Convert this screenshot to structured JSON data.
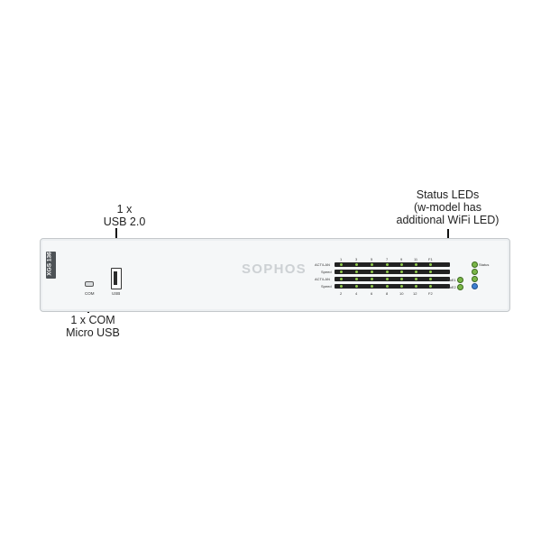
{
  "callouts": {
    "usb": [
      "1 x",
      "USB 2.0"
    ],
    "status": [
      "Status LEDs",
      "(w-model has",
      "additional WiFi LED)"
    ],
    "com": [
      "1 x COM",
      "Micro USB"
    ]
  },
  "device": {
    "brand": "SOPHOS",
    "model": "XGS 136",
    "ports": {
      "com": "COM",
      "usb": "USB"
    },
    "led_panel": {
      "top_numbers": [
        "1",
        "3",
        "5",
        "7",
        "9",
        "11",
        "F1"
      ],
      "bottom_numbers": [
        "2",
        "4",
        "6",
        "8",
        "10",
        "12",
        "F2"
      ],
      "row_labels": [
        "ACT/LAN",
        "Speed",
        "ACT/LAN",
        "Speed"
      ],
      "poe_labels": [
        "PoE1",
        "PoE2"
      ],
      "status_labels": [
        "Status",
        "",
        "",
        ""
      ],
      "status_colors": [
        "#7ab648",
        "#7ab648",
        "#7ab648",
        "#3d7fd1"
      ],
      "led_color": "#8fca4a"
    }
  }
}
